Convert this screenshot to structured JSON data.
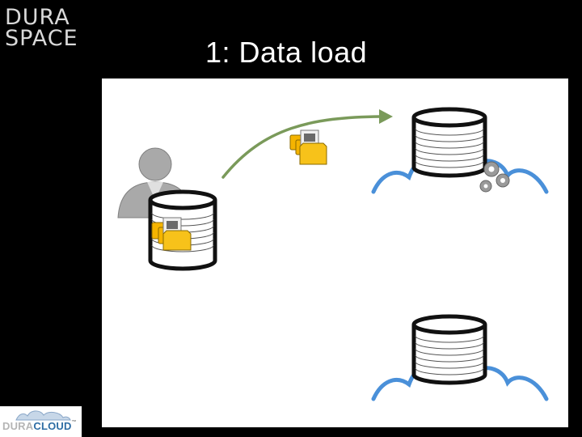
{
  "slide": {
    "title": "1: Data load"
  },
  "logos": {
    "duraspace_line1": "DURA",
    "duraspace_line2": "SPACE",
    "duracloud_part1": "DURA",
    "duracloud_part2": "CLOUD",
    "duracloud_mark": "™"
  },
  "colors": {
    "arrow": "#7a9a5a",
    "cloud_stroke": "#4a90d9",
    "folder_yellow": "#f5b400",
    "background": "#000000",
    "canvas": "#ffffff"
  },
  "icons": [
    "user-icon",
    "database-icon",
    "folder-stack-icon",
    "cloud-icon",
    "gears-icon",
    "arrow-icon"
  ]
}
